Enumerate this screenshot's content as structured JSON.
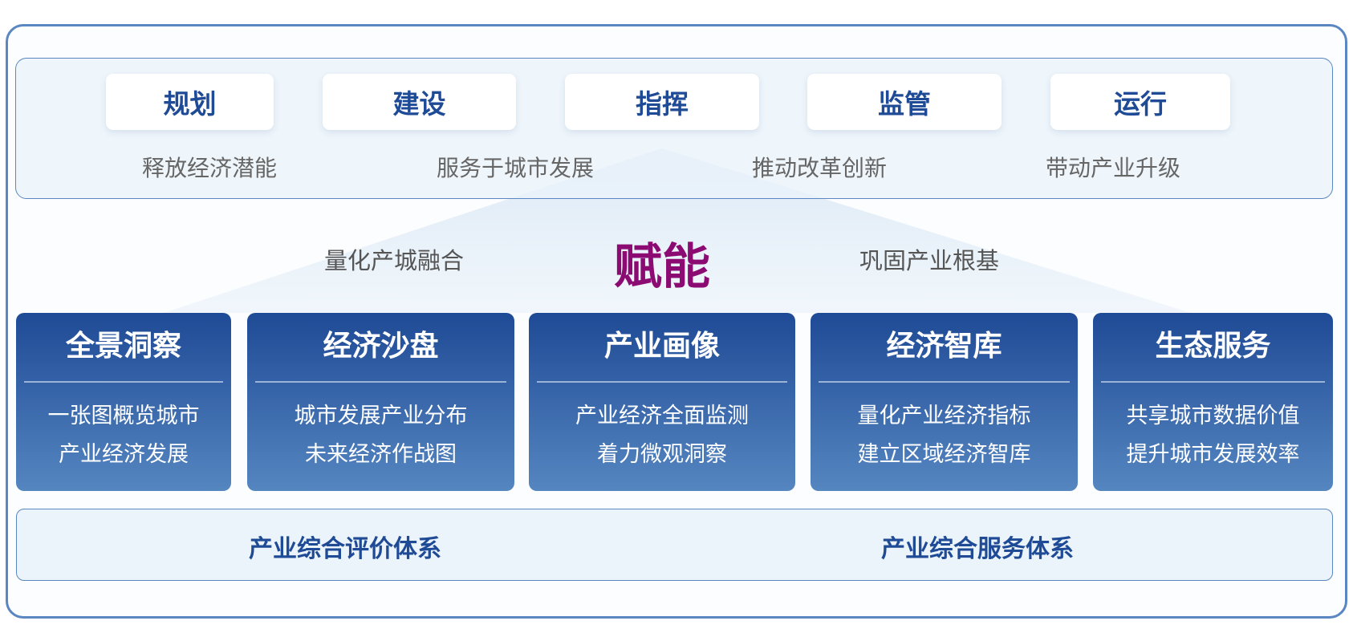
{
  "top": {
    "pillars": [
      "规划",
      "建设",
      "指挥",
      "监管",
      "运行"
    ],
    "goals": [
      "释放经济潜能",
      "服务于城市发展",
      "推动改革创新",
      "带动产业升级"
    ]
  },
  "middle": {
    "left": "量化产城融合",
    "center": "赋能",
    "right": "巩固产业根基"
  },
  "cards": [
    {
      "title": "全景洞察",
      "line1": "一张图概览城市",
      "line2": "产业经济发展"
    },
    {
      "title": "经济沙盘",
      "line1": "城市发展产业分布",
      "line2": "未来经济作战图"
    },
    {
      "title": "产业画像",
      "line1": "产业经济全面监测",
      "line2": "着力微观洞察"
    },
    {
      "title": "经济智库",
      "line1": "量化产业经济指标",
      "line2": "建立区域经济智库"
    },
    {
      "title": "生态服务",
      "line1": "共享城市数据价值",
      "line2": "提升城市发展效率"
    }
  ],
  "bottom": {
    "left": "产业综合评价体系",
    "right": "产业综合服务体系"
  },
  "colors": {
    "primary": "#1f4b96",
    "accent": "#8b0b72",
    "border": "#5a86c2"
  }
}
